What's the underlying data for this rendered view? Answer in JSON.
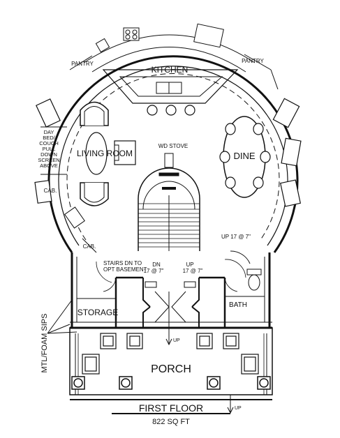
{
  "rooms": {
    "kitchen": "KITCHEN",
    "pantry_left": "PANTRY",
    "pantry_right": "PANTRY",
    "living_room": "LIVING ROOM",
    "dine": "DINE",
    "wood_stove": "WD STOVE",
    "cab_upper": "CAB.",
    "cab_lower": "CAB.",
    "storage": "STORAGE",
    "bath": "BATH",
    "porch": "PORCH"
  },
  "day_bed": [
    "DAY",
    "BED/",
    "COUCH",
    "PULL",
    "DOWN",
    "SCREEN",
    "ABOVE"
  ],
  "stairs": {
    "basement_line1": "STAIRS DN TO",
    "basement_line2": "OPT BASEMENT",
    "dn_line1": "DN",
    "dn_line2": "17 @ 7\"",
    "up_inner_line1": "UP",
    "up_inner_line2": "17 @ 7\"",
    "up_right": "UP 17 @ 7\""
  },
  "notes": {
    "up_porch": "UP",
    "up_front": "UP",
    "sips": "MTL/FOAM SIPS"
  },
  "footer": {
    "title": "FIRST FLOOR",
    "area": "822 SQ FT"
  }
}
